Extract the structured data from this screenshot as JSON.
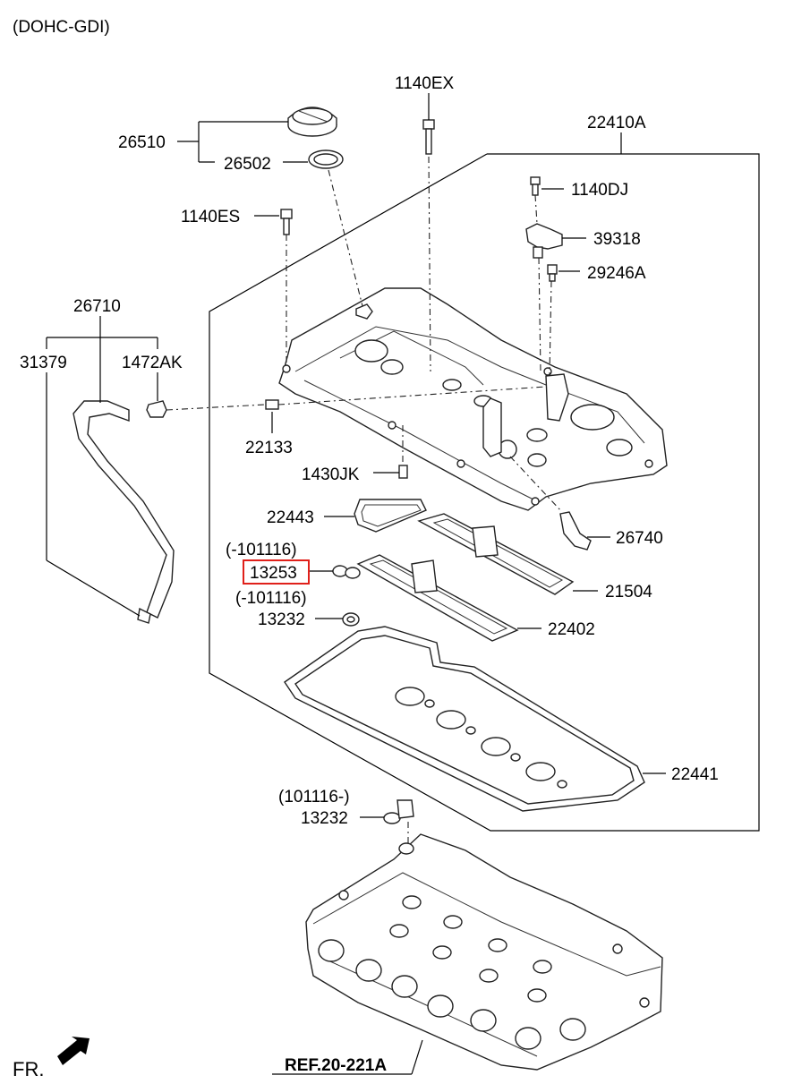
{
  "header": {
    "engine": "(DOHC-GDI)"
  },
  "labels": {
    "p26510": "26510",
    "p26502": "26502",
    "p1140EX": "1140EX",
    "p22410A": "22410A",
    "p1140DJ": "1140DJ",
    "p1140ES": "1140ES",
    "p39318": "39318",
    "p29246A": "29246A",
    "p26710": "26710",
    "p31379": "31379",
    "p1472AK": "1472AK",
    "p22133": "22133",
    "p1430JK": "1430JK",
    "p22443": "22443",
    "p26740": "26740",
    "note1": "(-101116)",
    "p13253": "13253",
    "p21504": "21504",
    "note2": "(-101116)",
    "p13232a": "13232",
    "p22402": "22402",
    "p22441": "22441",
    "note3": "(101116-)",
    "p13232b": "13232",
    "ref": "REF.20-221A",
    "fr": "FR."
  },
  "highlight": {
    "part": "13253",
    "color": "#e0201a"
  }
}
